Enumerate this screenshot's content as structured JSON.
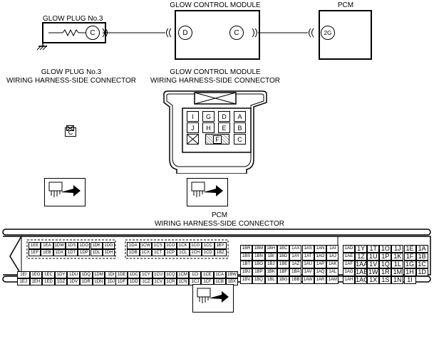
{
  "wiring": {
    "glow_plug_title": "GLOW PLUG No.3",
    "glow_module_title": "GLOW CONTROL MODULE",
    "pcm_title": "PCM",
    "glow_plug_terminal": "C",
    "module_terminal_left": "D",
    "module_terminal_right": "C",
    "pcm_terminal": "2G"
  },
  "connectors": {
    "glow_plug_label_1": "GLOW PLUG No.3",
    "glow_plug_label_2": "WIRING HARNESS-SIDE CONNECTOR",
    "glow_module_label_1": "GLOW CONTROL MODULE",
    "glow_module_label_2": "WIRING HARNESS-SIDE CONNECTOR",
    "glow_plug_terminal": "C",
    "pcm_label_1": "PCM",
    "pcm_label_2": "WIRING HARNESS-SIDE CONNECTOR"
  },
  "module_connector_pins": [
    [
      "I",
      "G",
      "D",
      "A"
    ],
    [
      "J",
      "H",
      "E",
      "B"
    ],
    [
      "",
      "F",
      "",
      "C"
    ]
  ],
  "pcm_pins": {
    "block1_top": [
      [
        "1EE",
        "1EA",
        "1DW",
        "1DS",
        "1DO",
        "1DK",
        "1DG"
      ],
      [
        "1EF",
        "1EB",
        "1DX",
        "1DT",
        "1DP",
        "1DL",
        "1DH"
      ]
    ],
    "block1_bottom": [
      [
        "1EI",
        "1EG",
        "1EC",
        "1DY",
        "1DU",
        "1DQ",
        "1DM",
        "1DI"
      ],
      [
        "1EJ",
        "1EH",
        "1ED",
        "1DZ",
        "1DV",
        "1DR",
        "1DN",
        "1DJ"
      ]
    ],
    "block2_top": [
      [
        "1DA",
        "1CW",
        "1CS",
        "1CO",
        "1CK",
        "1CG",
        "1CC",
        "1BY"
      ],
      [
        "1DB",
        "1CX",
        "1CT",
        "1CP",
        "1CL",
        "1CH",
        "1CD",
        "1BZ"
      ]
    ],
    "block2_bottom": [
      [
        "1DE",
        "1DC",
        "1CY",
        "1CU",
        "1CQ",
        "1CM",
        "1CI",
        "1CE",
        "1CA",
        "1BW"
      ],
      [
        "1DF",
        "1DD",
        "1CZ",
        "1CV",
        "1CR",
        "1CN",
        "1CJ",
        "1CF",
        "1CB",
        "1BX"
      ]
    ],
    "block3": [
      [
        "1BR",
        "1BM",
        "1BH",
        "1BC",
        "1AX",
        "1AS",
        "1AN",
        "1AI"
      ],
      [
        "1BS",
        "1BN",
        "1BI",
        "1BD",
        "1AY",
        "1AT",
        "1AO",
        "1AJ"
      ],
      [
        "1BT",
        "1BO",
        "1BJ",
        "1BE",
        "1AZ",
        "1AU",
        "1AP",
        "1AK"
      ],
      [
        "1BU",
        "1BP",
        "1BK",
        "1BF",
        "1BA",
        "1AV",
        "1AQ",
        "1AL"
      ],
      [
        "1BV",
        "1BQ",
        "1BL",
        "1BG",
        "1BB",
        "1AW",
        "1AR",
        "1AM"
      ]
    ],
    "block4": [
      [
        "1AD",
        "1Y",
        "1T",
        "1O",
        "1J",
        "1E",
        "1A"
      ],
      [
        "1AE",
        "1Z",
        "1U",
        "1P",
        "1K",
        "1F",
        "1B"
      ],
      [
        "1AF",
        "1AA",
        "1V",
        "1Q",
        "1L",
        "1G",
        "1C"
      ],
      [
        "1AG",
        "1AB",
        "1W",
        "1R",
        "1M",
        "1H",
        "1D"
      ],
      [
        "1AH",
        "1AC",
        "1X",
        "1S",
        "1N",
        "1I",
        ""
      ]
    ]
  }
}
